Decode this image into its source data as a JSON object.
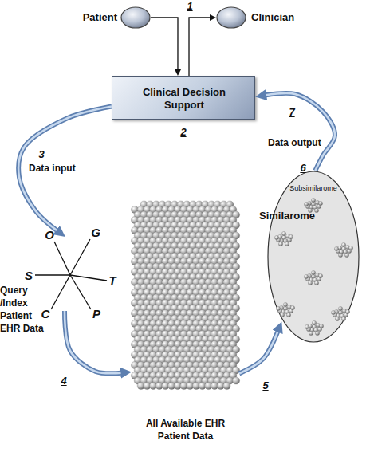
{
  "diagram": {
    "nodes": [
      {
        "text": [
          "Patient"
        ]
      },
      {
        "text": [
          "Clinician"
        ]
      },
      {
        "text": [
          "Clinical Decision Support"
        ]
      },
      {
        "text": [
          "Query /Index Patient EHR Data"
        ]
      },
      {
        "text": [
          "All Available EHR Patient Data"
        ]
      },
      {
        "text": [
          "Similarome",
          "Subsimilarome"
        ]
      }
    ],
    "edges": [
      {
        "from": 0,
        "to": 2,
        "arrow": "to"
      },
      {
        "from": 2,
        "to": 1,
        "arrow": "to"
      },
      {
        "from": 2,
        "to": 3,
        "arrow": "to",
        "label": "Data input"
      },
      {
        "from": 3,
        "to": 4,
        "arrow": "to"
      },
      {
        "from": 4,
        "to": 5,
        "arrow": "to"
      },
      {
        "from": 5,
        "to": 2,
        "arrow": "to",
        "label": "Data output"
      }
    ],
    "labels": [
      "1",
      "2",
      "3",
      "4",
      "5",
      "6",
      "7",
      "O",
      "G",
      "T",
      "P",
      "C",
      "S"
    ]
  }
}
